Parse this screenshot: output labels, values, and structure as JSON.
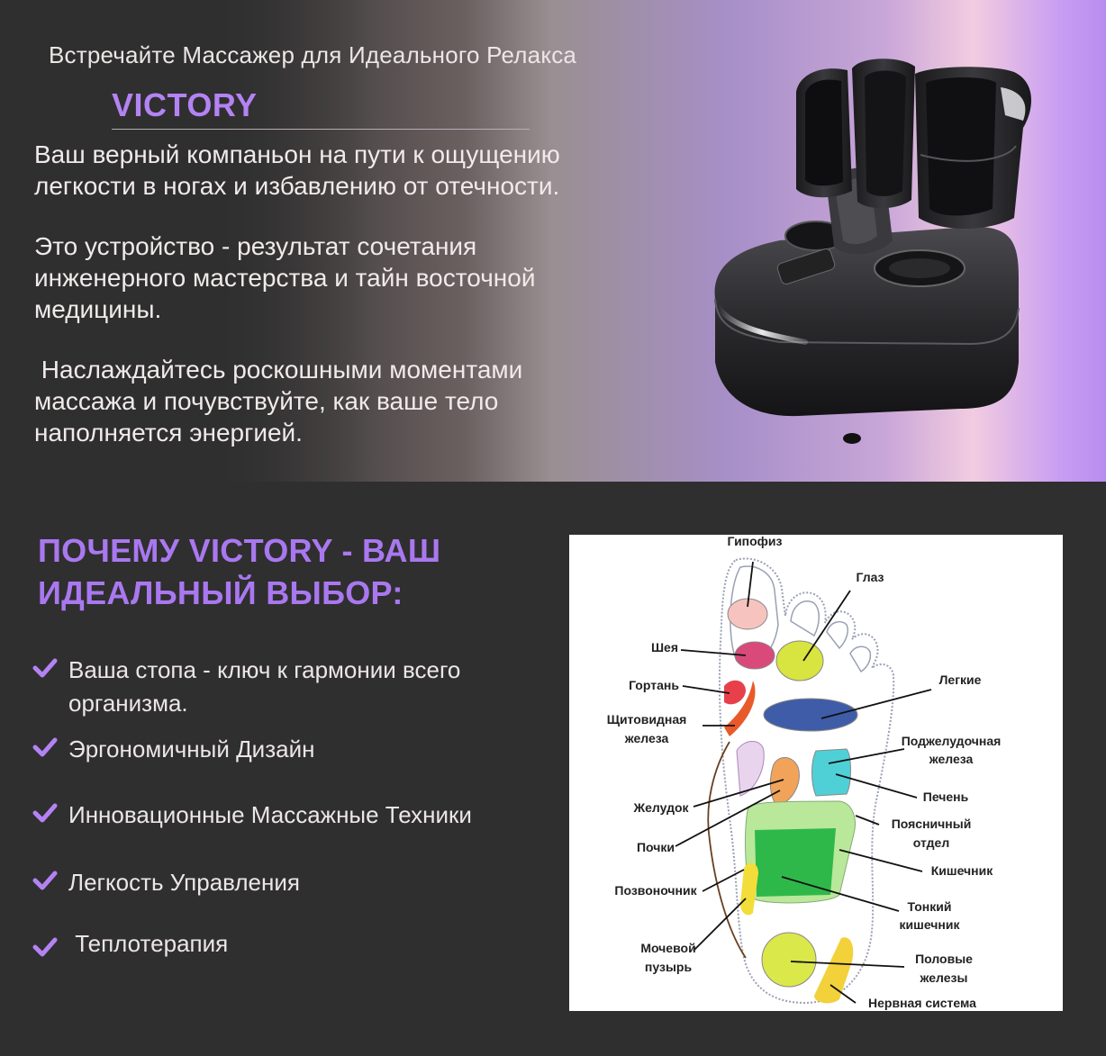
{
  "hero": {
    "tagline": "Встречайте Массажер для Идеального Релакса",
    "brand": "VICTORY",
    "paragraph1": [
      "Ваш верный компаньон на пути к ощущению",
      "легкости в ногах и избавлению от отечности."
    ],
    "paragraph2": [
      "Это устройство - результат сочетания",
      "инженерного мастерства и тайн восточной",
      "медицины."
    ],
    "paragraph3": [
      " Наслаждайтесь роскошными моментами",
      "массажа и почувствуйте, как ваше тело",
      "наполняется энергией."
    ]
  },
  "why": {
    "heading": [
      "ПОЧЕМУ VICTORY - ВАШ",
      "ИДЕАЛЬНЫЙ ВЫБОР:"
    ],
    "features": [
      [
        "Ваша стопа - ключ к гармонии всего",
        "организма."
      ],
      [
        "Эргономичный Дизайн"
      ],
      [
        "Инновационные Массажные Техники"
      ],
      [
        "Легкость Управления"
      ],
      [
        " Теплотерапия"
      ]
    ]
  },
  "reflexology": {
    "labels": {
      "pituitary": "Гипофиз",
      "eye": "Глаз",
      "neck": "Шея",
      "larynx": "Гортань",
      "lungs": "Легкие",
      "thyroid": [
        "Щитовидная",
        "железа"
      ],
      "pancreas": [
        "Поджелудочная",
        "железа"
      ],
      "stomach": "Желудок",
      "liver": "Печень",
      "kidneys": "Почки",
      "lumbar": [
        "Поясничный",
        "отдел"
      ],
      "intestine": "Кишечник",
      "spine": "Позвоночник",
      "small_intestine": [
        "Тонкий",
        "кишечник"
      ],
      "bladder": [
        "Мочевой",
        "пузырь"
      ],
      "gonads": [
        "Половые",
        "железы"
      ],
      "nervous": "Нервная система"
    }
  },
  "colors": {
    "accent": "#b383f4",
    "background": "#2f2f2f",
    "text": "#ece6e6"
  }
}
